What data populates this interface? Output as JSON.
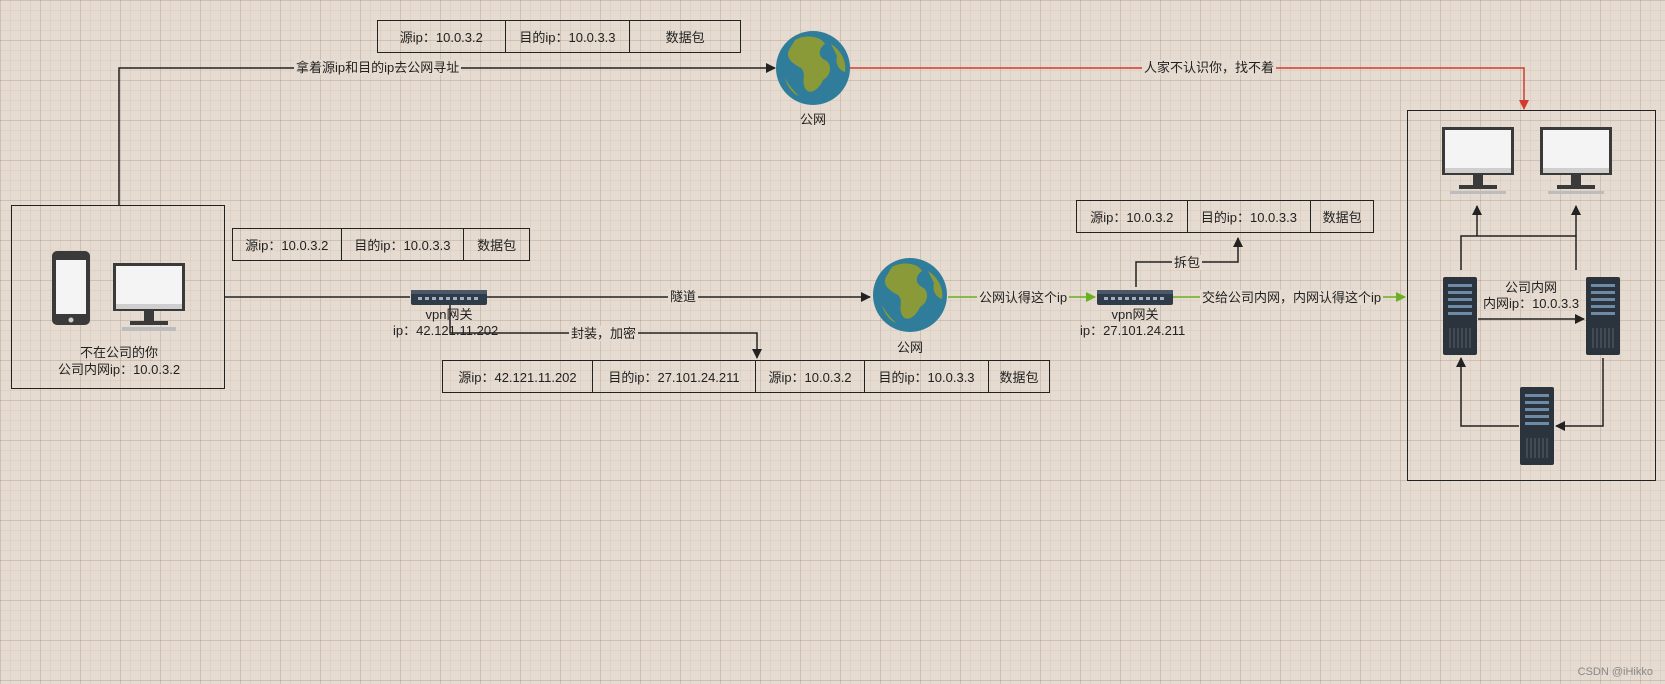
{
  "top_packet": [
    "源ip：10.0.3.2",
    "目的ip：10.0.3.3",
    "数据包"
  ],
  "mid_packet": [
    "源ip：10.0.3.2",
    "目的ip：10.0.3.3",
    "数据包"
  ],
  "right_packet": [
    "源ip：10.0.3.2",
    "目的ip：10.0.3.3",
    "数据包"
  ],
  "encap_packet": [
    "源ip：42.121.11.202",
    "目的ip：27.101.24.211",
    "源ip：10.0.3.2",
    "目的ip：10.0.3.3",
    "数据包"
  ],
  "labels": {
    "path_top": "拿着源ip和目的ip去公网寻址",
    "rejected": "人家不认识你，找不着",
    "public_top": "公网",
    "public_mid": "公网",
    "user_l1": "不在公司的你",
    "user_l2": "公司内网ip：10.0.3.2",
    "vpn1_name": "vpn网关",
    "vpn1_ip": "ip：42.121.11.202",
    "tunnel": "隧道",
    "encap": "封装，加密",
    "recognize": "公网认得这个ip",
    "vpn2_name": "vpn网关",
    "vpn2_ip": "ip：27.101.24.211",
    "unpack": "拆包",
    "deliver": "交给公司内网，内网认得这个ip",
    "intranet_l1": "公司内网",
    "intranet_l2": "内网ip：10.0.3.3"
  },
  "watermark": "CSDN @iHikko",
  "colors": {
    "rejected_line": "#d33a2c",
    "accepted_line": "#6ab023",
    "line": "#222222"
  }
}
